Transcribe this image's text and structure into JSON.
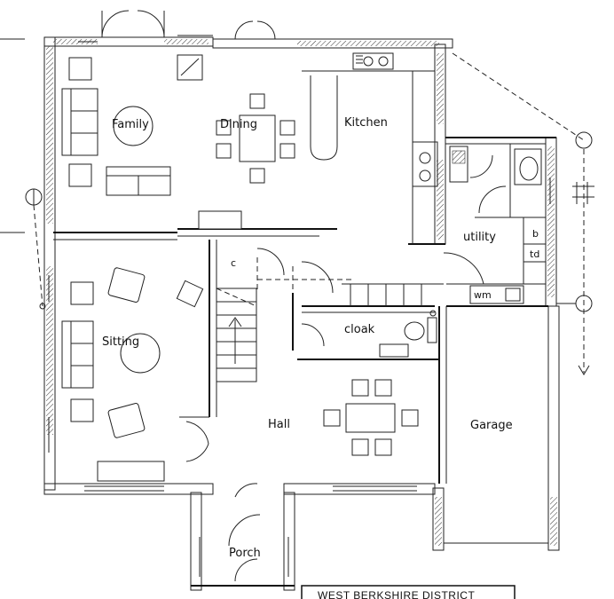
{
  "plan": {
    "rooms": {
      "family": "Family",
      "dining": "Dining",
      "kitchen": "Kitchen",
      "utility": "utility",
      "sitting": "Sitting",
      "cloak": "cloak",
      "hall": "Hall",
      "garage": "Garage",
      "porch": "Porch"
    },
    "labels": {
      "cupboard": "c",
      "boiler": "b",
      "tumble_dryer": "td",
      "washing_machine": "wm"
    },
    "stamp": "WEST BERKSHIRE DISTRICT"
  }
}
